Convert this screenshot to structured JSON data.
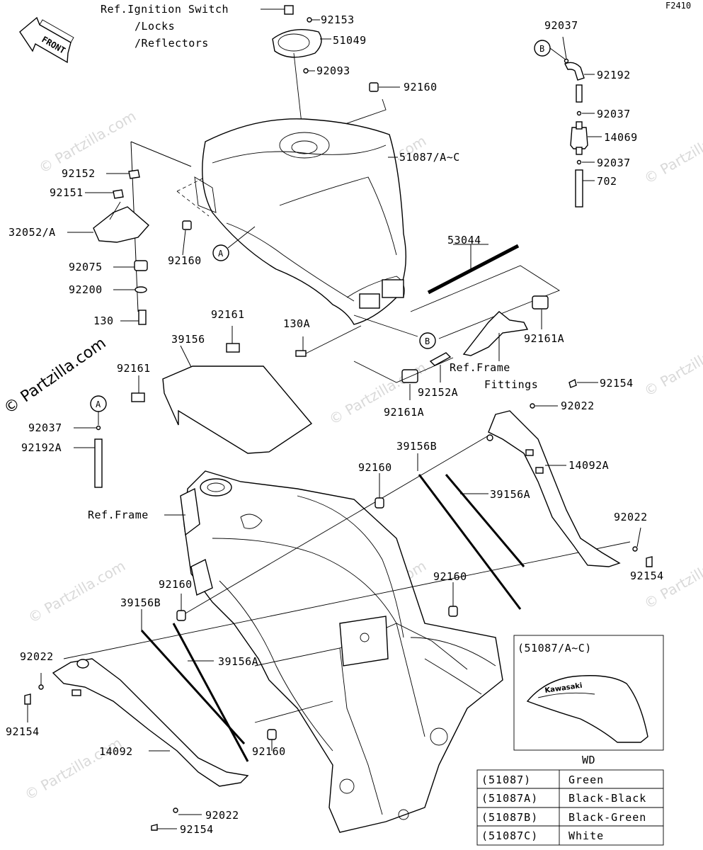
{
  "diagram_code": "F2410",
  "front_label": "FRONT",
  "watermark": "© Partzilla.com",
  "callouts": {
    "a": "A",
    "b": "B"
  },
  "labels": {
    "ref_ignition_1": "Ref.Ignition Switch",
    "ref_ignition_2": "/Locks",
    "ref_ignition_3": "/Reflectors",
    "p92153": "92153",
    "p51049": "51049",
    "p92093": "92093",
    "p92160_top": "92160",
    "p51087": "51087/A~C",
    "p92152": "92152",
    "p92151": "92151",
    "p32052": "32052/A",
    "p92160_left": "92160",
    "p92075": "92075",
    "p92200": "92200",
    "p130": "130",
    "p92161_a": "92161",
    "p39156": "39156",
    "p130a": "130A",
    "p92161_b": "92161",
    "p92037_left": "92037",
    "p92192a": "92192A",
    "p53044": "53044",
    "p92161a_right": "92161A",
    "ref_frame_fittings_1": "Ref.Frame",
    "ref_frame_fittings_2": "Fittings",
    "p92152a": "92152A",
    "p92161a_mid": "92161A",
    "p92154_r1": "92154",
    "p92022_r1": "92022",
    "p14092a": "14092A",
    "p39156b_r": "39156B",
    "p92160_mid": "92160",
    "p39156a_r": "39156A",
    "ref_frame": "Ref.Frame",
    "p92022_r2": "92022",
    "p92154_r2": "92154",
    "p92160_ctr": "92160",
    "p92160_lowleft": "92160",
    "p39156b_l": "39156B",
    "p39156a_l": "39156A",
    "p92022_l": "92022",
    "p92154_l": "92154",
    "p14092": "14092",
    "p92160_bottom": "92160",
    "p92022_bottom": "92022",
    "p92154_bottom": "92154",
    "p92037_1": "92037",
    "p92192": "92192",
    "p92037_2": "92037",
    "p14069": "14069",
    "p92037_3": "92037",
    "p702": "702"
  },
  "inset": {
    "title": "(51087/A~C)",
    "caption": "WD",
    "logo_text": "Kawasaki"
  },
  "color_table": [
    {
      "code": "(51087)",
      "color": "Green"
    },
    {
      "code": "(51087A)",
      "color": "Black-Black"
    },
    {
      "code": "(51087B)",
      "color": "Black-Green"
    },
    {
      "code": "(51087C)",
      "color": "White"
    }
  ]
}
